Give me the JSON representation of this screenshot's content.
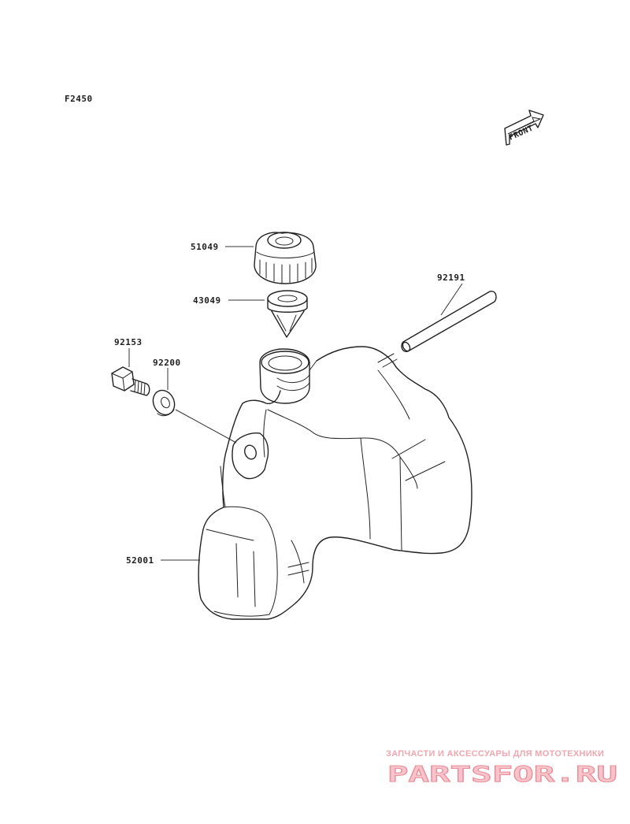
{
  "figure_code": "F2450",
  "front_label": "FRONT",
  "parts": [
    {
      "number": "51049",
      "name": "cap"
    },
    {
      "number": "43049",
      "name": "valve"
    },
    {
      "number": "92191",
      "name": "tube"
    },
    {
      "number": "92153",
      "name": "bolt"
    },
    {
      "number": "92200",
      "name": "washer"
    },
    {
      "number": "52001",
      "name": "tank"
    }
  ],
  "watermark": {
    "tagline": "ЗАПЧАСТИ И АКСЕССУАРЫ ДЛЯ МОТОТЕХНИКИ",
    "logo": "PARTSFOR.RU"
  },
  "colors": {
    "line": "#222222",
    "watermark_fill": "#f6c4ca",
    "watermark_text": "#f0a8b0"
  }
}
